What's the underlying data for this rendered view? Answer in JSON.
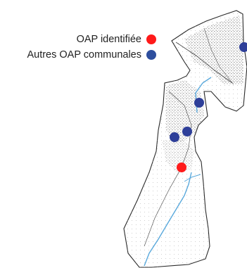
{
  "legend": {
    "items": [
      {
        "label": "OAP identifiée",
        "color": "#ff1a1a"
      },
      {
        "label": "Autres OAP communales",
        "color": "#2e4f9e"
      }
    ]
  },
  "map": {
    "background_color": "#ffffff",
    "outline_color": "#2a2a2a",
    "river_color": "#5aa9dc"
  },
  "markers": [
    {
      "category": "OAP identifiée",
      "color": "#ff1a1a"
    },
    {
      "category": "Autres OAP communales",
      "color": "#2e3f99"
    },
    {
      "category": "Autres OAP communales",
      "color": "#2e3f99"
    },
    {
      "category": "Autres OAP communales",
      "color": "#2e3f99"
    },
    {
      "category": "Autres OAP communales",
      "color": "#2e3f99"
    }
  ]
}
